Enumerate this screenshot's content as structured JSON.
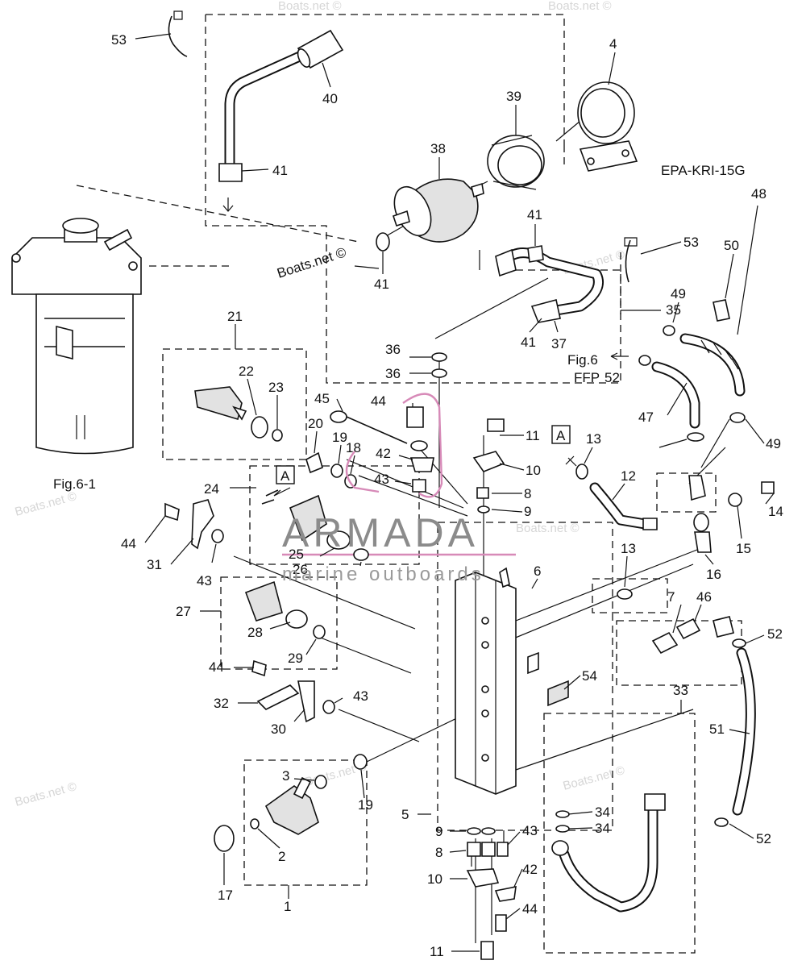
{
  "diagram": {
    "model_code": "EPA-KRI-15G",
    "watermark_text": "Boats.net ©",
    "brand_name": "ARMADA",
    "brand_tagline": "marine outboards",
    "fig_6_1_caption": "Fig.6-1",
    "fig_6_ref": "Fig.6",
    "ffp_label": "FFP",
    "section_marker": "A",
    "part_numbers": [
      "53",
      "40",
      "4",
      "39",
      "38",
      "41",
      "41",
      "41",
      "41",
      "21",
      "22",
      "23",
      "20",
      "19",
      "18",
      "45",
      "44",
      "42",
      "43",
      "36",
      "36",
      "35",
      "37",
      "11",
      "10",
      "8",
      "9",
      "13",
      "12",
      "53",
      "50",
      "49",
      "48",
      "47",
      "52",
      "49",
      "24",
      "44",
      "31",
      "43",
      "25",
      "26",
      "27",
      "28",
      "29",
      "44",
      "32",
      "30",
      "43",
      "3",
      "19",
      "2",
      "17",
      "1",
      "5",
      "9",
      "8",
      "10",
      "11",
      "43",
      "42",
      "44",
      "6",
      "7",
      "46",
      "13",
      "14",
      "15",
      "16",
      "52",
      "51",
      "52",
      "54",
      "33",
      "34",
      "34"
    ]
  }
}
